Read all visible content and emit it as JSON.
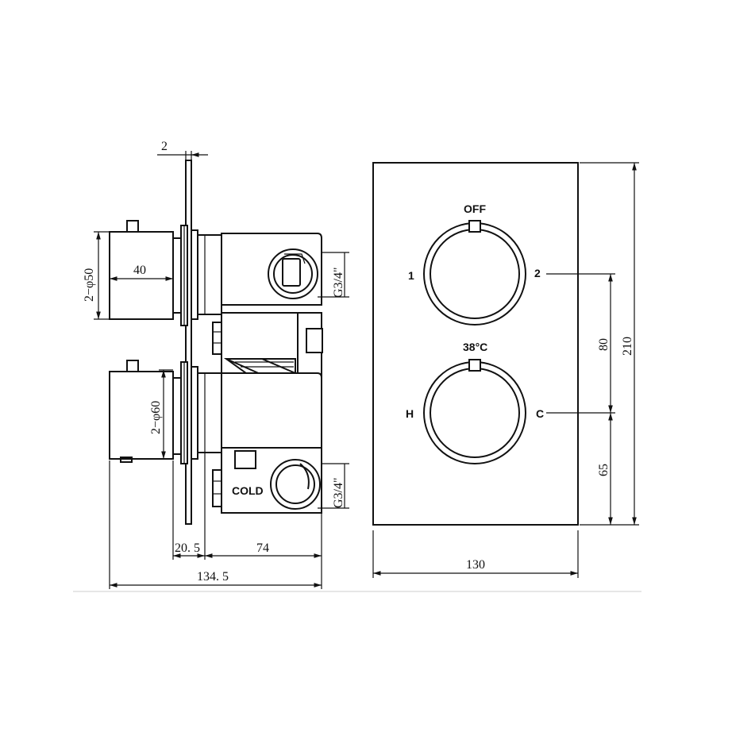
{
  "dimensions": {
    "plate_thickness": "2",
    "small_handle_dia": "2−φ50",
    "small_handle_len": "40",
    "large_handle_dia": "2−φ60",
    "outlet_thread_top": "G3/4\"",
    "outlet_thread_bottom": "G3/4\"",
    "depth_front": "20. 5",
    "depth_body": "74",
    "overall_depth": "134. 5",
    "plate_width": "130",
    "plate_height": "210",
    "knob_spacing": "80",
    "lower_knob_height": "65"
  },
  "labels": {
    "cold": "COLD",
    "off": "OFF",
    "pos_1": "1",
    "pos_2": "2",
    "temp": "38°C",
    "hot": "H",
    "cold_short": "C"
  }
}
